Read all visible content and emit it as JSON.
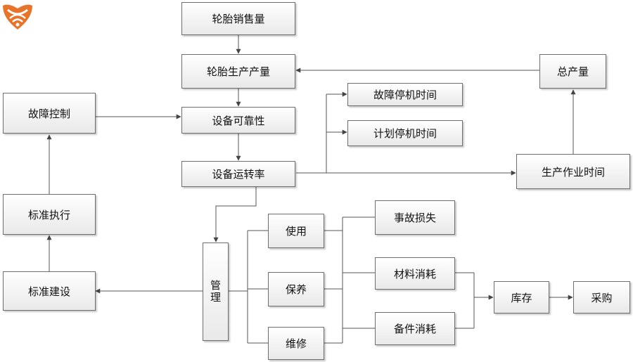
{
  "colors": {
    "line": "#555555",
    "box_border": "#6e6e6e",
    "logo": "#e8742a"
  },
  "logo": {
    "icon": "wifi-crest-logo-icon"
  },
  "nodes": {
    "tire_sales": "轮胎销售量",
    "tire_production": "轮胎生产产量",
    "total_output": "总产量",
    "fault_control": "故障控制",
    "equipment_reliability": "设备可靠性",
    "fault_downtime": "故障停机时间",
    "planned_downtime": "计划停机时间",
    "equipment_utilization": "设备运转率",
    "production_time": "生产作业时间",
    "standard_execution": "标准执行",
    "management": "管理",
    "usage": "使用",
    "accident_loss": "事故损失",
    "maintenance_care": "保养",
    "material_consumption": "材料消耗",
    "standard_construction": "标准建设",
    "inventory": "库存",
    "purchasing": "采购",
    "repair": "维修",
    "spare_parts_consumption": "备件消耗"
  }
}
